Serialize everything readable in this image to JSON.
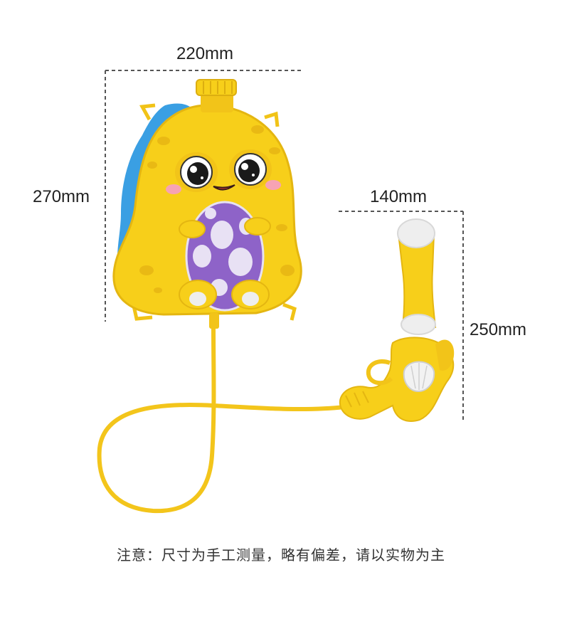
{
  "dimensions": {
    "backpack_width": "220mm",
    "backpack_height": "270mm",
    "gun_width": "140mm",
    "gun_height": "250mm"
  },
  "note": "注意：尺寸为手工测量，略有偏差，请以实物为主",
  "colors": {
    "body_yellow": "#f7cf1a",
    "spot_yellow": "#efc21a",
    "crest_blue": "#3a9fe3",
    "egg_purple": "#8e63c8",
    "dash_line": "#555555"
  }
}
